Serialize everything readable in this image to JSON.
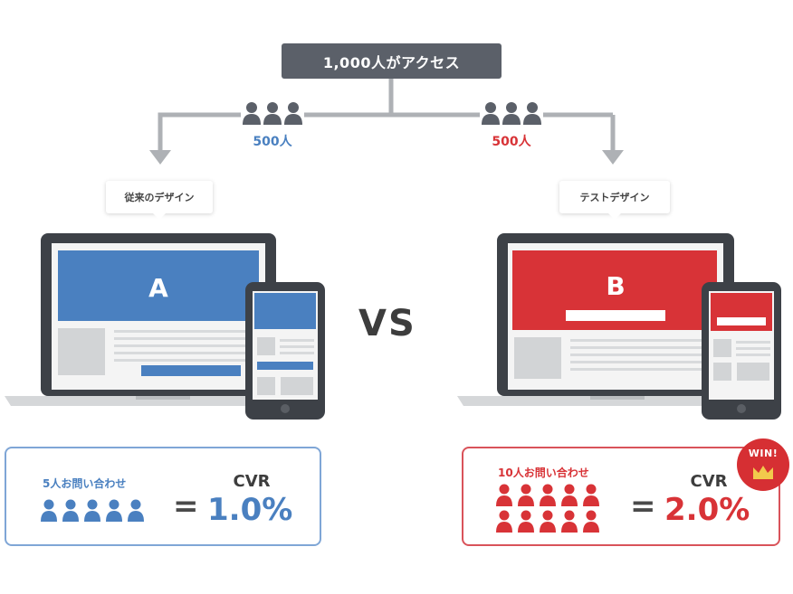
{
  "top": {
    "access_label": "1,000人がアクセス"
  },
  "split": {
    "left_count": "500人",
    "right_count": "500人"
  },
  "variant_a": {
    "callout": "従来のデザイン",
    "screen_letter": "A",
    "inquiries_label": "5人お問い合わせ",
    "inquiries_count": 5,
    "cvr_label": "CVR",
    "cvr_value": "1.0%",
    "color": "#4a80c0"
  },
  "variant_b": {
    "callout": "テストデザイン",
    "screen_letter": "B",
    "inquiries_label": "10人お問い合わせ",
    "inquiries_count": 10,
    "cvr_label": "CVR",
    "cvr_value": "2.0%",
    "color": "#d83337"
  },
  "center": {
    "vs": "VS",
    "equals": "="
  },
  "badge": {
    "text": "WIN!"
  },
  "colors": {
    "flow_gray": "#aeb1b5",
    "dark_gray": "#5b6069",
    "device_dark": "#3d4147"
  }
}
